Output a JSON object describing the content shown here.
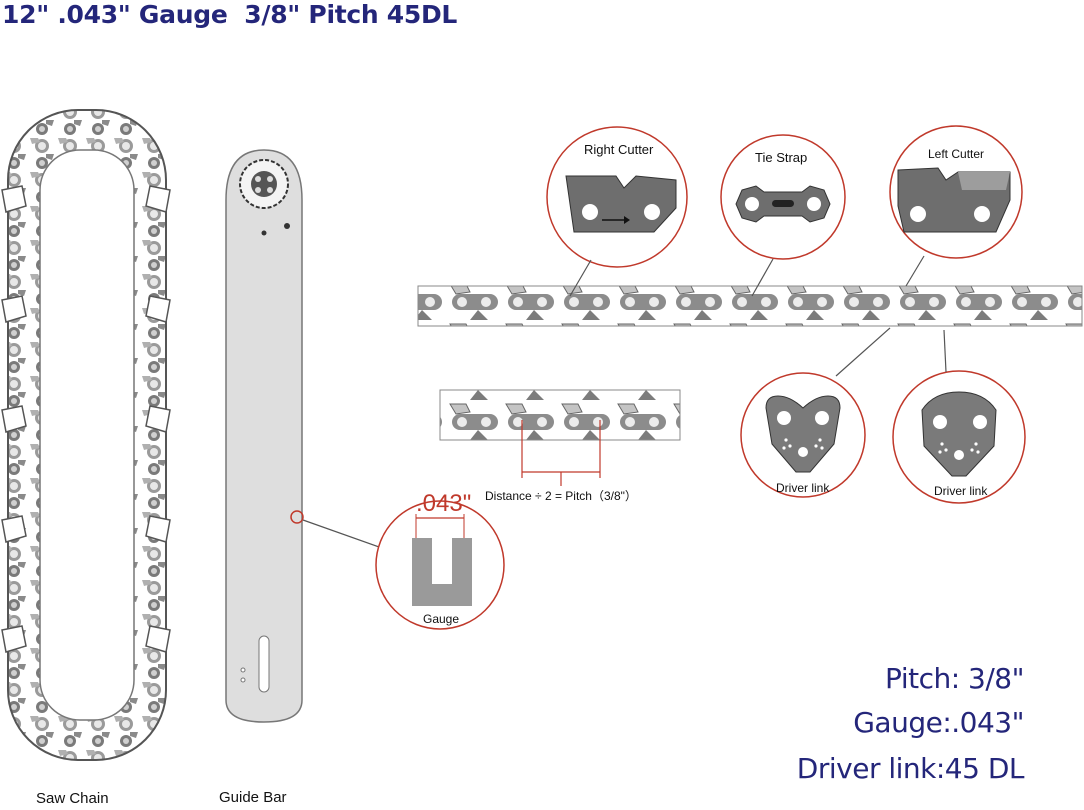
{
  "header": {
    "title": "12\" .043\" Gauge  3/8\" Pitch 45DL"
  },
  "captions": {
    "saw_chain": "Saw Chain",
    "guide_bar": "Guide Bar",
    "right_cutter": "Right Cutter",
    "tie_strap": "Tie Strap",
    "left_cutter": "Left Cutter",
    "driver_link_1": "Driver link",
    "driver_link_2": "Driver link",
    "gauge_value": ".043\"",
    "gauge_label": "Gauge",
    "pitch_formula": "Distance ÷ 2 = Pitch（3/8\"）"
  },
  "specs": {
    "pitch": "Pitch: 3/8\"",
    "gauge": "Gauge:.043\"",
    "driver_link": "Driver link:45 DL"
  },
  "colors": {
    "title": "#24267a",
    "circle": "#c0392b",
    "gauge_text": "#c0392b",
    "metal": "#6b6b6b",
    "bar": "#dcdcdc"
  }
}
